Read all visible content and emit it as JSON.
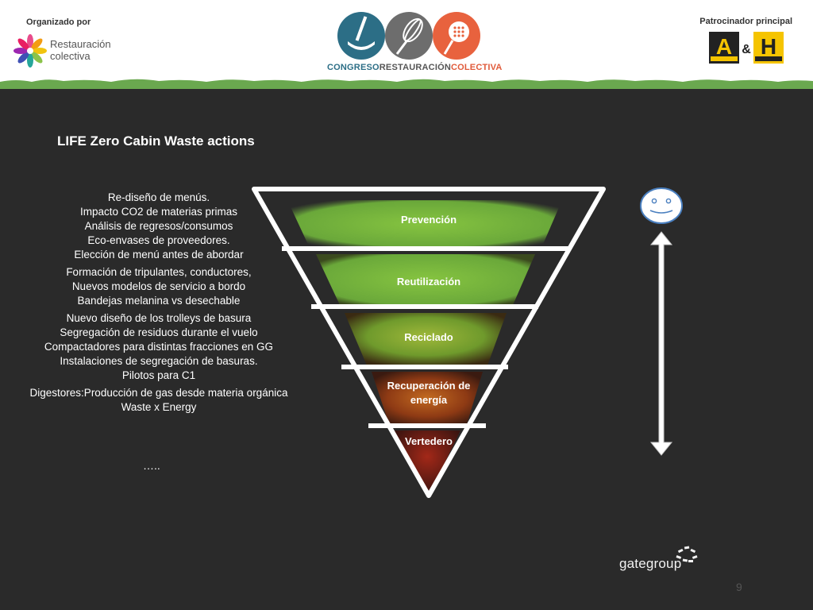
{
  "header": {
    "organized_by_label": "Organizado por",
    "organizer_name_line1": "Restauración",
    "organizer_name_line2": "colectiva",
    "congress_part1": "CONGRESO",
    "congress_part2": "RESTAURACIÓN",
    "congress_part3": "COLECTIVA",
    "sponsor_label": "Patrocinador principal",
    "sponsor_logo": "A & H Alimentaria Hostelco"
  },
  "slide": {
    "title": "LIFE Zero Cabin Waste  actions",
    "action_groups": [
      [
        "Re-diseño de menús.",
        "Impacto  CO2 de materias primas",
        "Análisis de regresos/consumos",
        "Eco-envases de proveedores.",
        "Elección de menú antes de abordar"
      ],
      [
        "Formación de tripulantes, conductores,",
        "Nuevos modelos de servicio a bordo",
        "Bandejas melanina vs desechable"
      ],
      [
        "Nuevo diseño de los trolleys de basura",
        "Segregación de residuos durante el vuelo",
        "Compactadores para distintas fracciones en GG",
        "Instalaciones de segregación de basuras.",
        "Pilotos para C1"
      ],
      [
        "Digestores:Producción de gas desde materia orgánica",
        "Waste x Energy"
      ]
    ],
    "ellipsis": "…..",
    "pyramid_levels": [
      {
        "label": "Prevención",
        "color": "#7bc043"
      },
      {
        "label": "Reutilización",
        "color": "#7bc043"
      },
      {
        "label": "Reciclado",
        "color": "#8db43a"
      },
      {
        "label": "Recuperación de energía",
        "color": "#c0392b"
      },
      {
        "label": "Vertedero",
        "color": "#8b1a10"
      }
    ],
    "face_icon": "smiley-face-icon",
    "arrow_icon": "double-arrow-icon",
    "brand": "gategroup",
    "page_number": "9"
  }
}
